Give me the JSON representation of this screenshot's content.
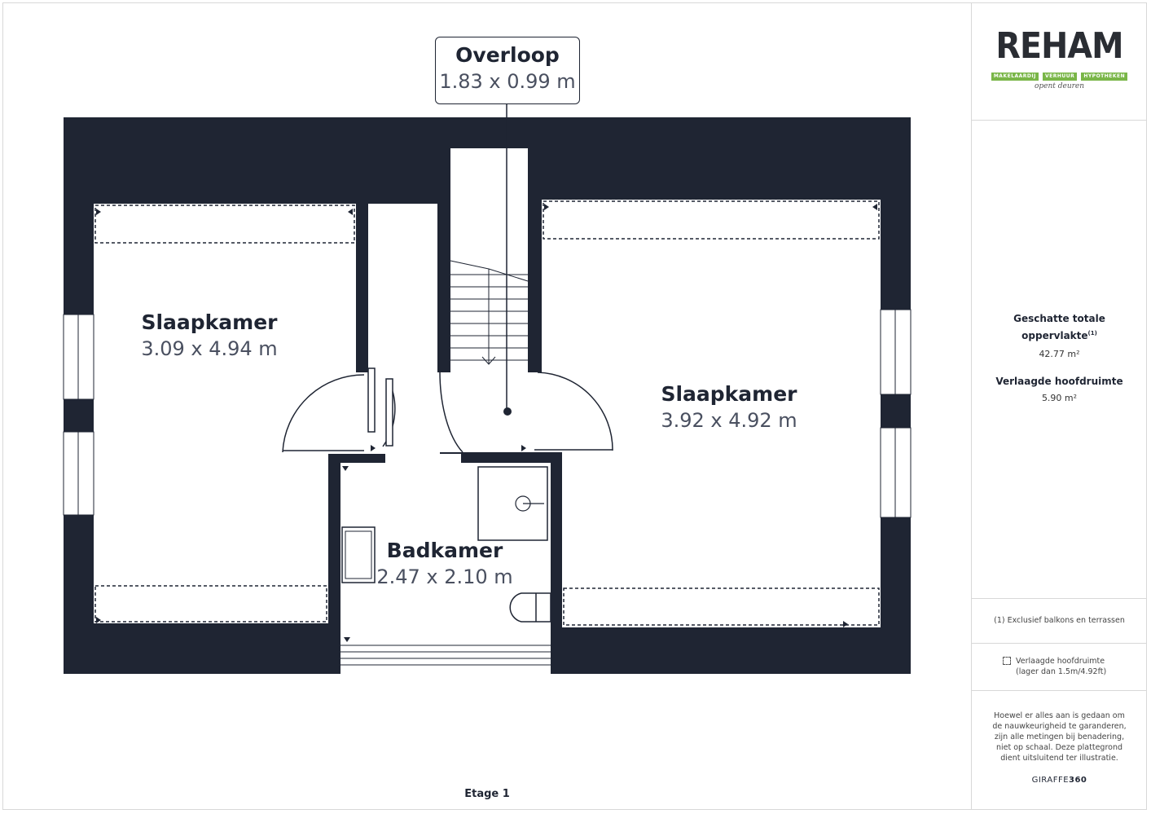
{
  "rooms": {
    "overloop": {
      "name": "Overloop",
      "dims": "1.83 x 0.99 m"
    },
    "slaapkamer_left": {
      "name": "Slaapkamer",
      "dims": "3.09 x 4.94 m"
    },
    "slaapkamer_right": {
      "name": "Slaapkamer",
      "dims": "3.92 x 4.92 m"
    },
    "badkamer": {
      "name": "Badkamer",
      "dims": "2.47 x 2.10 m"
    }
  },
  "floor_label": "Etage 1",
  "sidebar": {
    "logo": {
      "word": "REHAM",
      "tags": [
        "MAKELAARDIJ",
        "VERHUUR",
        "HYPOTHEKEN"
      ],
      "signature": "opent deuren"
    },
    "area_title_1": "Geschatte totale",
    "area_title_2": "oppervlakte",
    "area_sup": "(1)",
    "area_value": "42.77 m²",
    "reduced_title": "Verlaagde hoofdruimte",
    "reduced_value": "5.90 m²",
    "footnote": "(1) Exclusief balkons en terrassen",
    "legend_line1": "Verlaagde hoofdruimte",
    "legend_line2": "(lager dan 1.5m/4.92ft)",
    "disclaimer": "Hoewel er alles aan is gedaan om de nauwkeurigheid te garanderen, zijn alle metingen bij benadering, niet op schaal. Deze plattegrond dient uitsluitend ter illustratie.",
    "brand_light": "GIRAFFE",
    "brand_bold": "360"
  },
  "colors": {
    "wall": "#1f2533",
    "accent": "#7ab648"
  }
}
